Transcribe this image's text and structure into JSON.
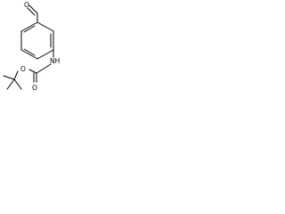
{
  "molecule": {
    "atoms": {
      "aldehyde_oxygen": "O",
      "amine": "NH",
      "carbonyl_oxygen": "O",
      "ester_oxygen": "O"
    },
    "colors": {
      "bond": "#000000",
      "label": "#000000",
      "background": "#ffffff"
    }
  }
}
